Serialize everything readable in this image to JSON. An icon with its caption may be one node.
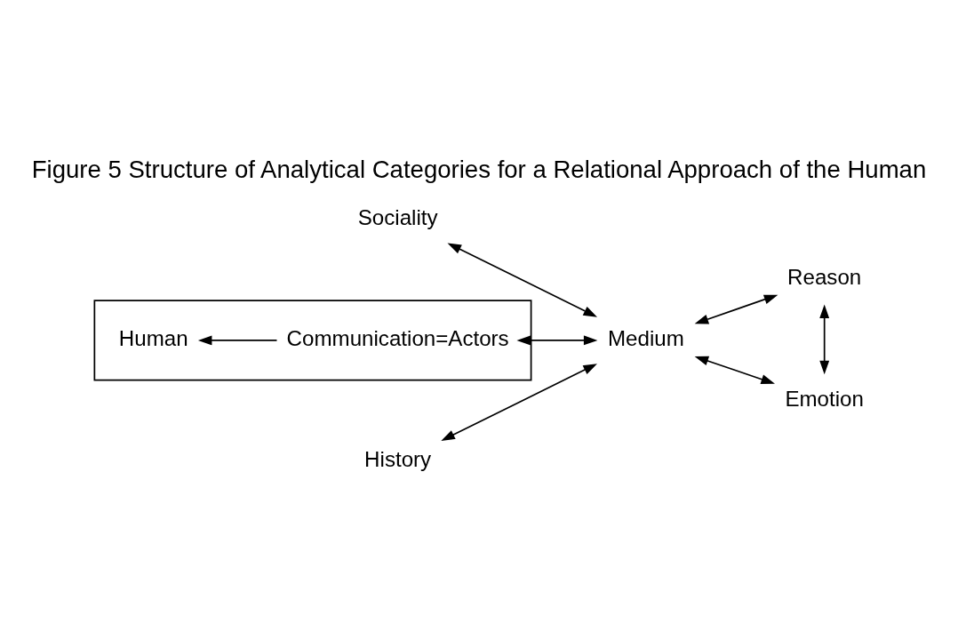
{
  "diagram": {
    "title": "Figure 5 Structure of Analytical Categories for a Relational Approach of the Human",
    "nodes": [
      {
        "text": [
          "Sociality"
        ]
      },
      {
        "text": [
          "Reason"
        ]
      },
      {
        "text": [],
        "shape": "box"
      },
      {
        "text": [
          "Human"
        ],
        "in": 2
      },
      {
        "text": [
          "Communication=Actors"
        ],
        "in": 2
      },
      {
        "text": [
          "Medium"
        ]
      },
      {
        "text": [
          "Emotion"
        ]
      },
      {
        "text": [
          "History"
        ]
      }
    ],
    "edges": [
      {
        "from": 4,
        "to": 3,
        "arrow": "to"
      },
      {
        "from": 4,
        "to": 5,
        "arrow": "both"
      },
      {
        "from": 0,
        "to": 5,
        "arrow": "both"
      },
      {
        "from": 7,
        "to": 5,
        "arrow": "both"
      },
      {
        "from": 5,
        "to": 1,
        "arrow": "both"
      },
      {
        "from": 5,
        "to": 6,
        "arrow": "both"
      },
      {
        "from": 1,
        "to": 6,
        "arrow": "both"
      }
    ]
  }
}
